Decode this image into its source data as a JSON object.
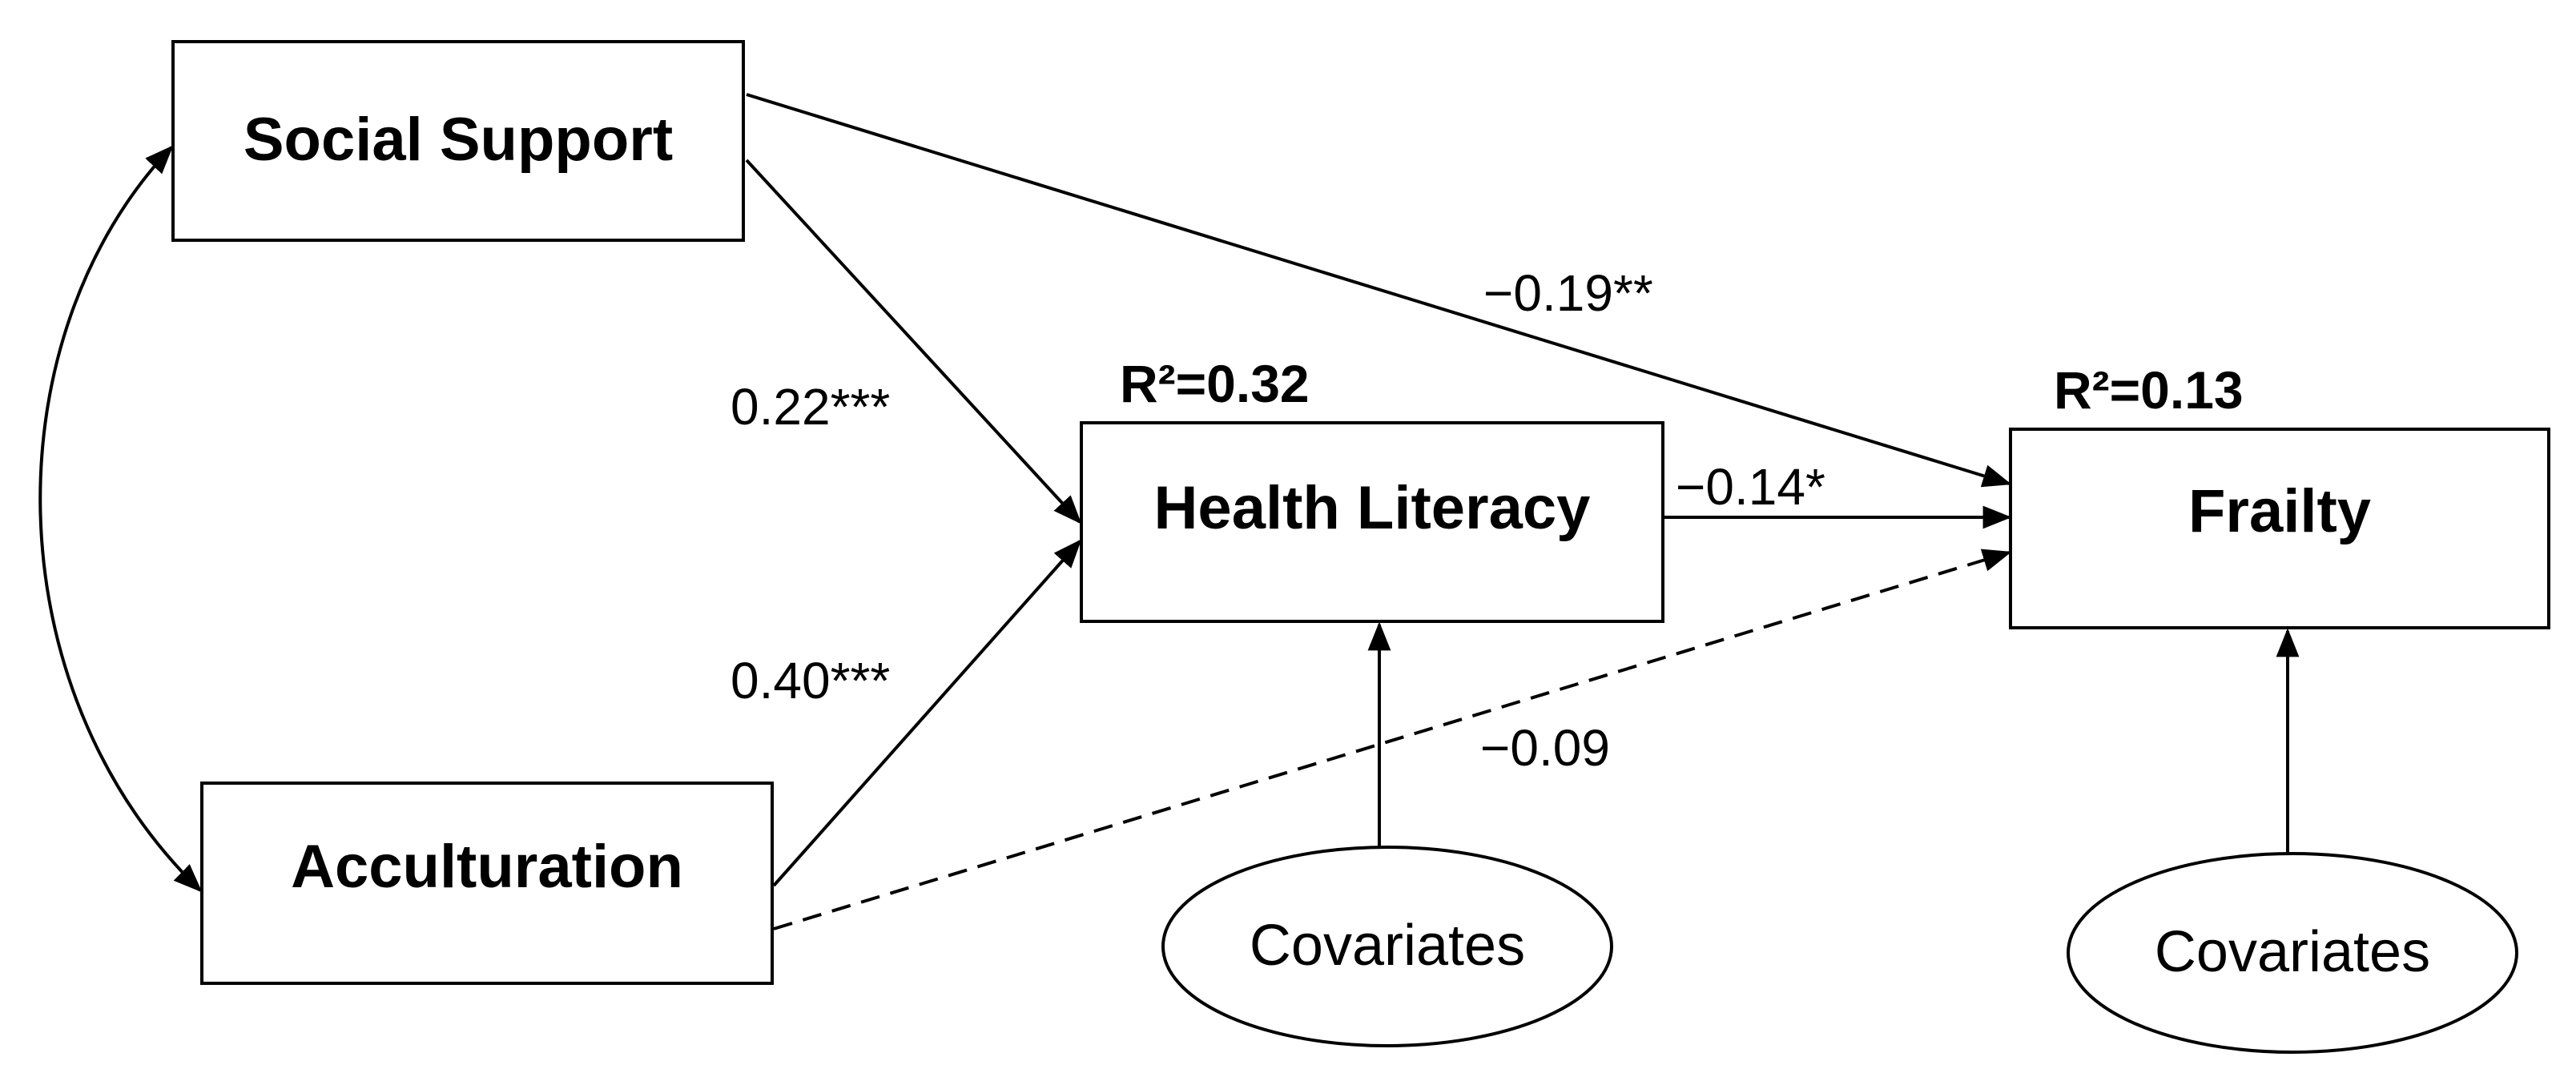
{
  "nodes": {
    "social_support": "Social Support",
    "acculturation": "Acculturation",
    "health_literacy": "Health Literacy",
    "frailty": "Frailty",
    "covariates_hl": "Covariates",
    "covariates_frailty": "Covariates"
  },
  "r_squared": {
    "health_literacy": "R²=0.32",
    "frailty": "R²=0.13"
  },
  "paths": {
    "social_support_to_health_literacy": "0.22***",
    "acculturation_to_health_literacy": "0.40***",
    "social_support_to_frailty": "−0.19**",
    "health_literacy_to_frailty": "−0.14*",
    "acculturation_to_frailty": "−0.09"
  },
  "colors": {
    "stroke": "#000000",
    "background": "#ffffff"
  }
}
